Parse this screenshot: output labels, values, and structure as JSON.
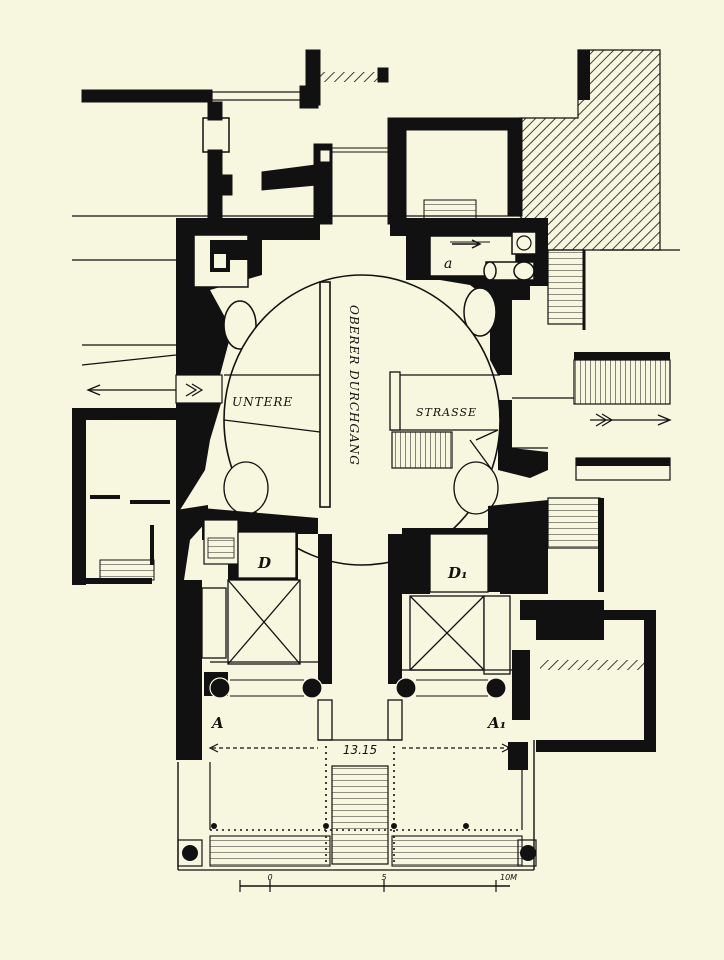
{
  "labels": {
    "untere": "UNTERE",
    "oberer_durchgang": "OBERER DURCHGANG",
    "strasse": "STRASSE",
    "room_a": "a",
    "room_d": "D",
    "room_d1": "D₁",
    "point_a": "A",
    "point_a1": "A₁",
    "dimension": "13.15"
  },
  "scale_bar": {
    "ticks": [
      "0",
      "5",
      "10M"
    ]
  },
  "colors": {
    "paper": "#f7f6de",
    "ink": "#111111"
  }
}
